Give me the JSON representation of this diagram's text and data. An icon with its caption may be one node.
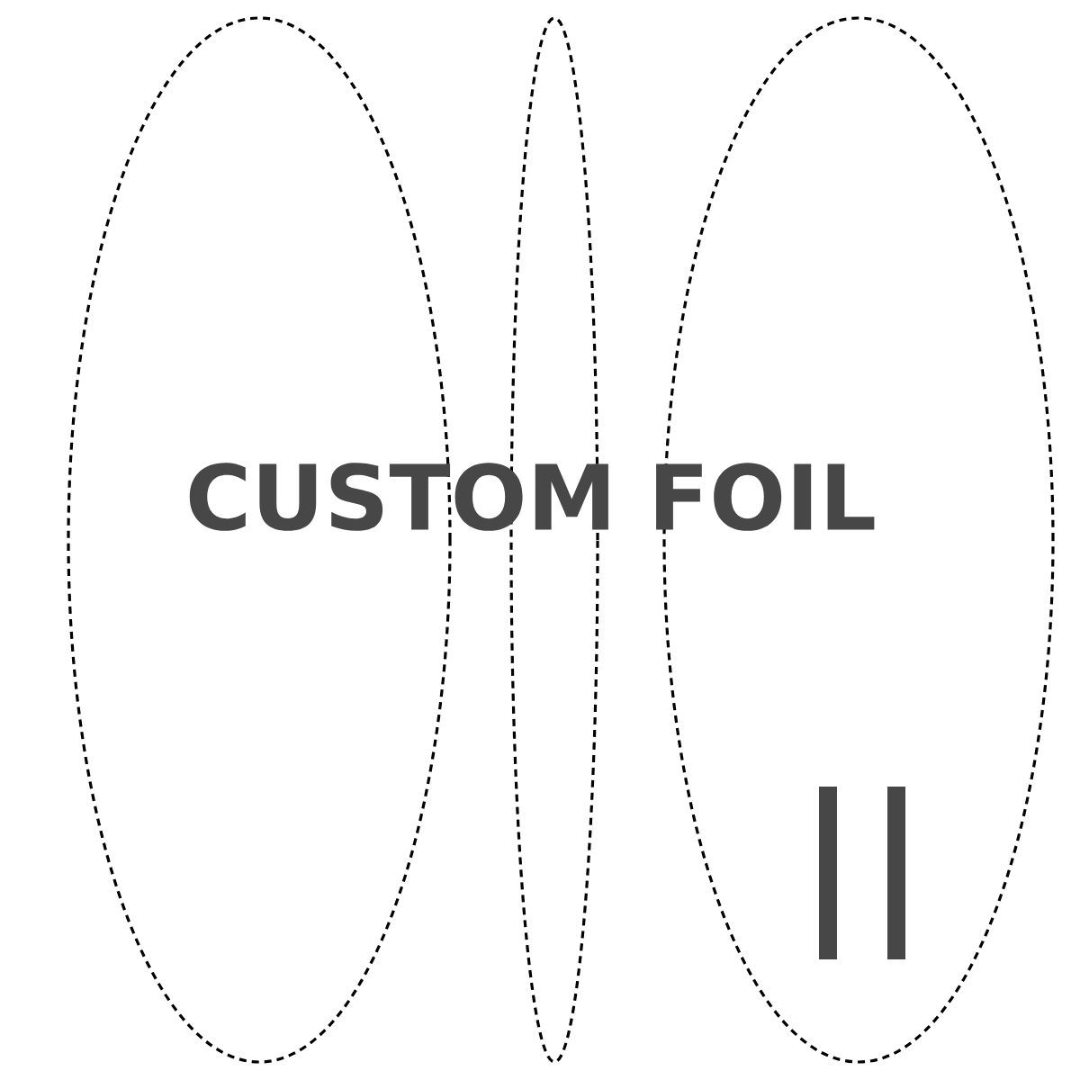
{
  "diagram": {
    "nodes": [
      {
        "text": [],
        "shape": "ellipse"
      },
      {
        "text": [],
        "shape": "ellipse"
      },
      {
        "text": [],
        "shape": "ellipse"
      }
    ],
    "labels": [
      "CUSTOM FOIL"
    ]
  }
}
